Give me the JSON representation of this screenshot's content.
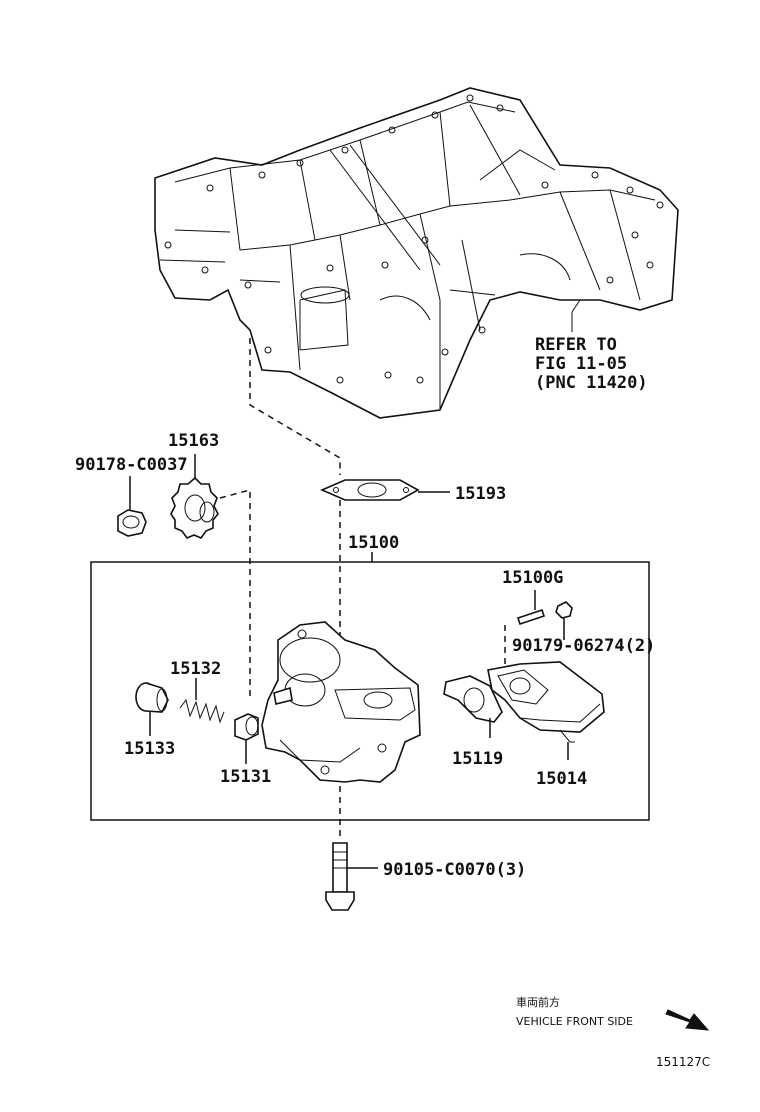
{
  "labels": {
    "p15163": "15163",
    "p90178": "90178-C0037",
    "p15193": "15193",
    "p15100": "15100",
    "p15100G": "15100G",
    "p90179": "90179-06274(2)",
    "p15132": "15132",
    "p15133": "15133",
    "p15131": "15131",
    "p15119": "15119",
    "p15014": "15014",
    "p90105": "90105-C0070(3)"
  },
  "refer": {
    "line1": "REFER TO",
    "line2": "FIG 11-05",
    "line3": "(PNC 11420)"
  },
  "vehicle": {
    "jp": "車両前方",
    "en": "VEHICLE FRONT SIDE"
  },
  "figure_id": "151127C"
}
